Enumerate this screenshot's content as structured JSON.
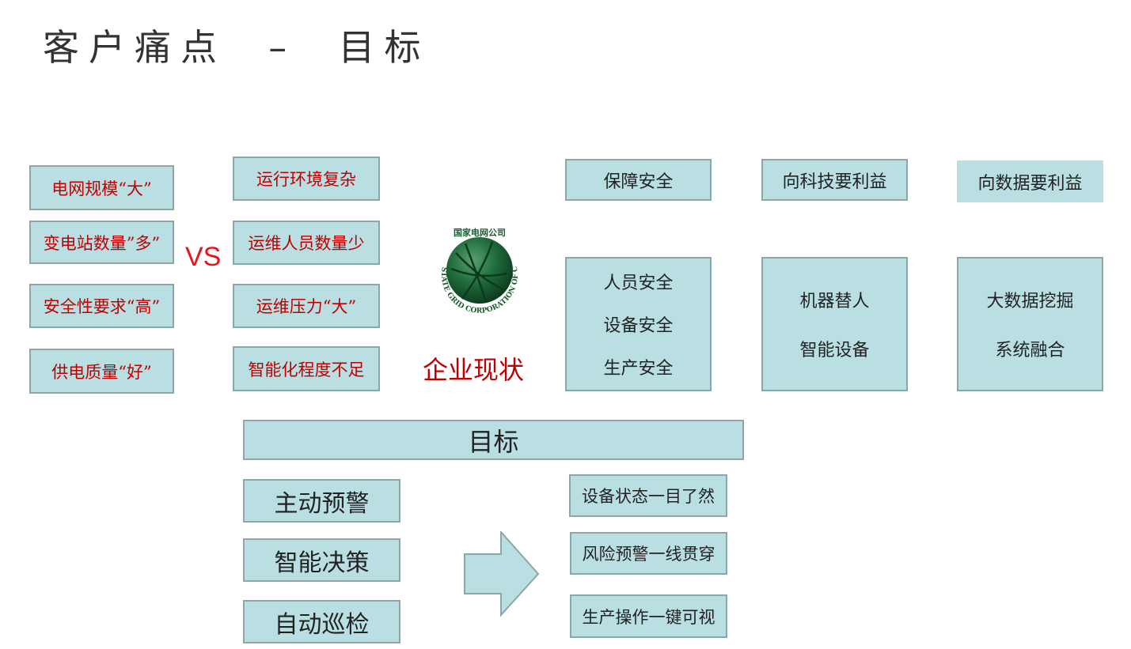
{
  "page": {
    "title": "客户痛点  –  目标"
  },
  "pain_left": [
    "电网规模“大”",
    "变电站数量”多”",
    "安全性要求“高”",
    "供电质量“好”"
  ],
  "vs_label": "VS",
  "pain_right": [
    "运行环境复杂",
    "运维人员数量少",
    "运维压力“大”",
    "智能化程度不足"
  ],
  "logo": {
    "text_top": "国家电网公司",
    "text_ring": "STATE GRID CORPORATION OF CHINA"
  },
  "company_status": "企业现状",
  "headers": [
    "保障安全",
    "向科技要利益",
    "向数据要利益"
  ],
  "details": [
    [
      "人员安全",
      "设备安全",
      "生产安全"
    ],
    [
      "机器替人",
      "智能设备"
    ],
    [
      "大数据挖掘",
      "系统融合"
    ]
  ],
  "goal": {
    "header": "目标",
    "actions": [
      "主动预警",
      "智能决策",
      "自动巡检"
    ],
    "results": [
      "设备状态一目了然",
      "风险预警一线贯穿",
      "生产操作一键可视"
    ]
  },
  "colors": {
    "box_fill": "#b9dfe3",
    "box_border": "#8da7a9",
    "red_text": "#c00000",
    "vs_red": "#e8141c",
    "logo_green": "#1f6b3a"
  }
}
